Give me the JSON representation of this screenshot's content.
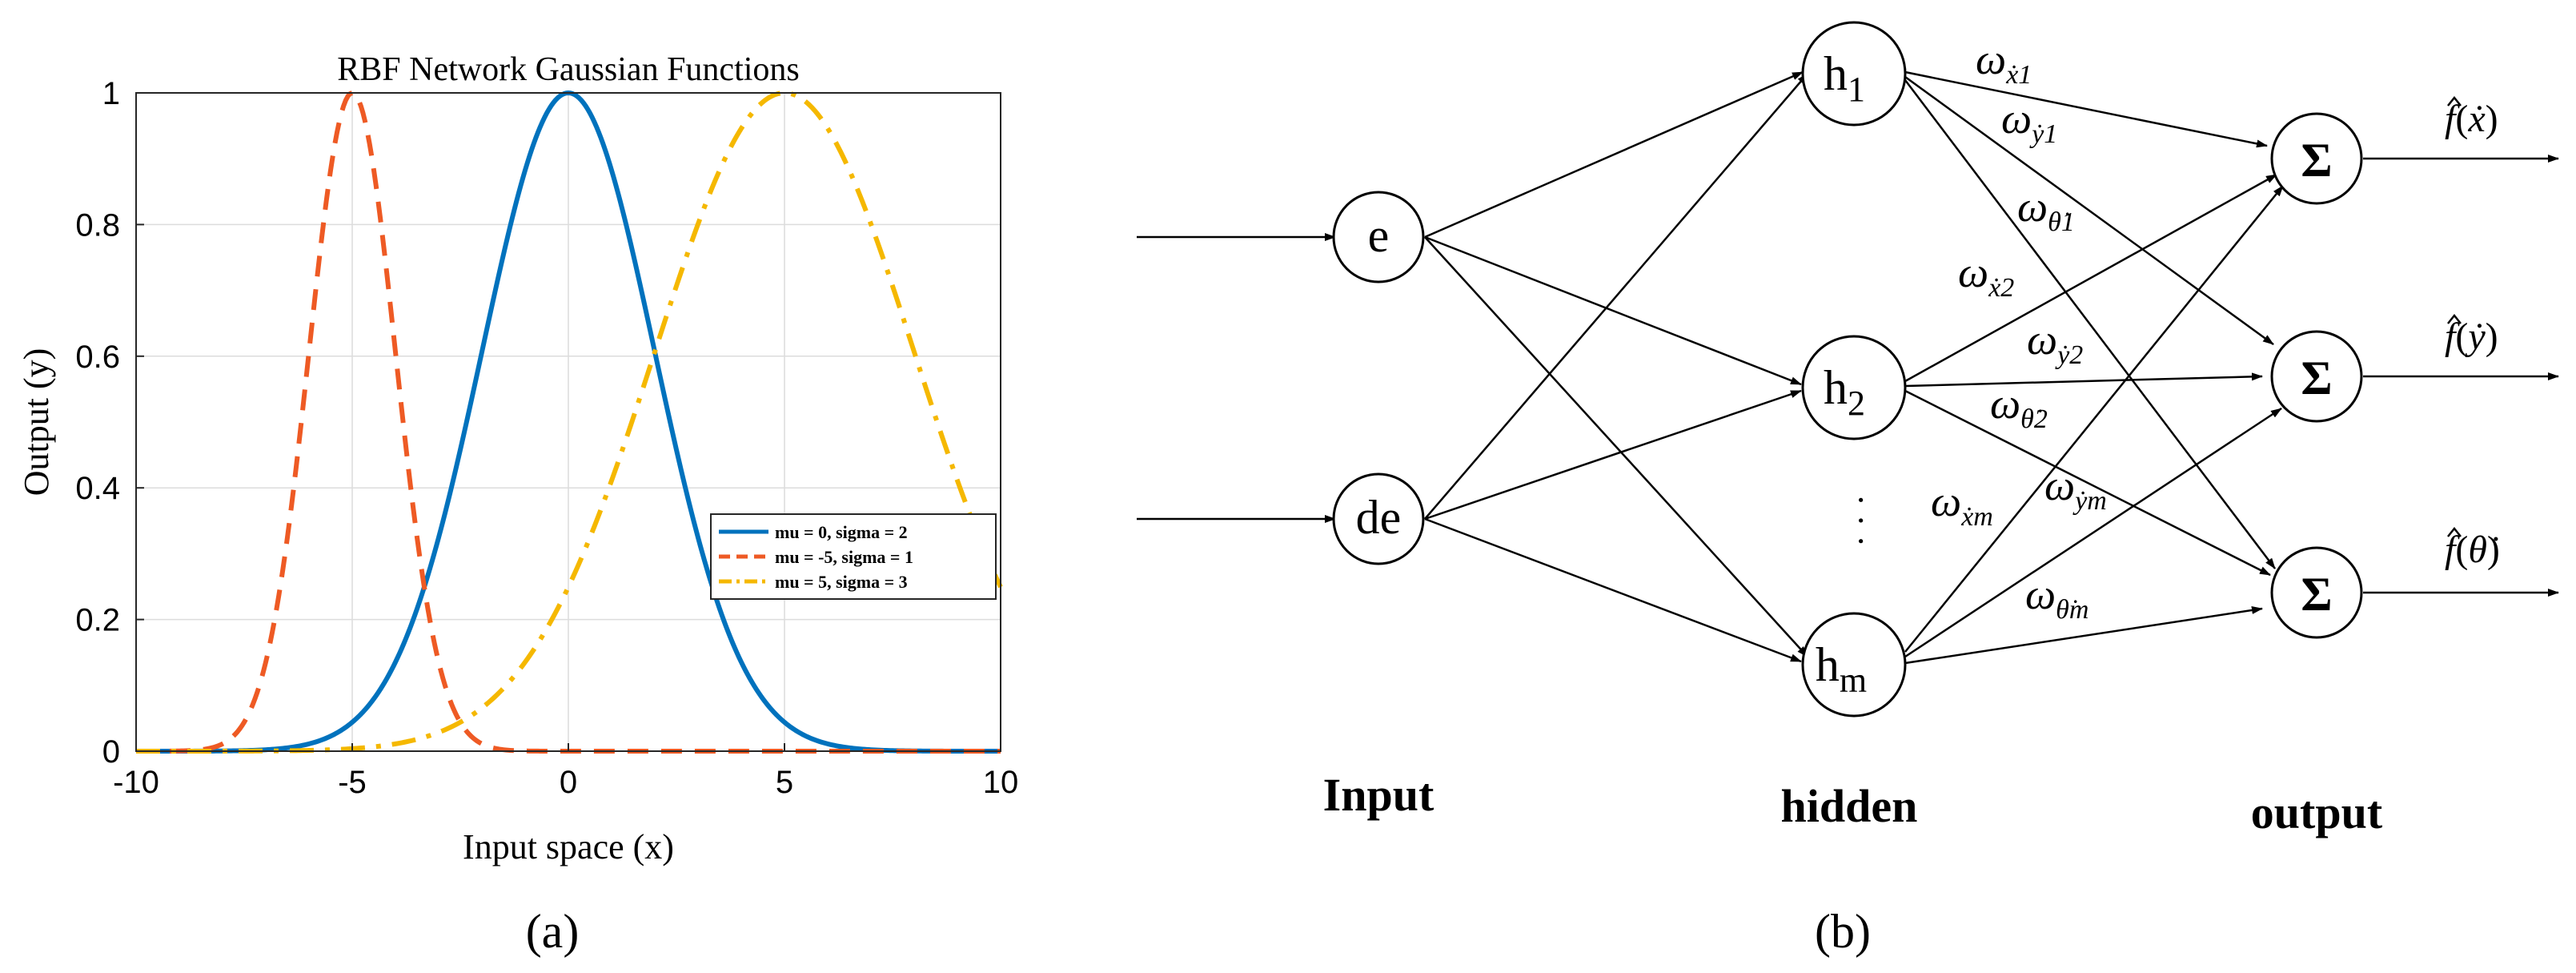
{
  "panel_a_caption": "(a)",
  "panel_b_caption": "(b)",
  "chart_data": {
    "type": "line",
    "title": "RBF Network Gaussian Functions",
    "xlabel": "Input space (x)",
    "ylabel": "Output (y)",
    "xlim": [
      -10,
      10
    ],
    "ylim": [
      0,
      1
    ],
    "xticks": [
      -10,
      -5,
      0,
      5,
      10
    ],
    "yticks": [
      0,
      0.2,
      0.4,
      0.6,
      0.8,
      1
    ],
    "xtick_labels": [
      "-10",
      "-5",
      "0",
      "5",
      "10"
    ],
    "ytick_labels": [
      "0",
      "0.2",
      "0.4",
      "0.6",
      "0.8",
      "1"
    ],
    "grid": true,
    "legend_position": "lower-right",
    "series": [
      {
        "name": "mu = 0, sigma = 2",
        "mu": 0,
        "sigma": 2,
        "color": "#0072BD",
        "style": "solid"
      },
      {
        "name": "mu = -5, sigma = 1",
        "mu": -5,
        "sigma": 1,
        "color": "#EE5A24",
        "style": "dashed"
      },
      {
        "name": "mu = 5, sigma = 3",
        "mu": 5,
        "sigma": 3,
        "color": "#F5B800",
        "style": "dashdot"
      }
    ]
  },
  "diagram": {
    "input_label": "Input",
    "hidden_label": "hidden",
    "output_label": "output",
    "input_nodes": [
      "e",
      "de"
    ],
    "hidden_nodes": [
      {
        "base": "h",
        "sub": "1"
      },
      {
        "base": "h",
        "sub": "2"
      },
      {
        "base": "h",
        "sub": "m"
      }
    ],
    "ellipsis": "· · ·",
    "output_symbol": "Σ",
    "outputs": [
      {
        "hat_f": "f",
        "arg": "ẋ"
      },
      {
        "hat_f": "f",
        "arg": "ẏ"
      },
      {
        "hat_f": "f",
        "arg": "θ̇"
      }
    ],
    "weights": [
      {
        "omega": "ω",
        "sub": "ẋ1"
      },
      {
        "omega": "ω",
        "sub": "ẏ1"
      },
      {
        "omega": "ω",
        "sub": "θ̇1"
      },
      {
        "omega": "ω",
        "sub": "ẋ2"
      },
      {
        "omega": "ω",
        "sub": "ẏ2"
      },
      {
        "omega": "ω",
        "sub": "θ̇2"
      },
      {
        "omega": "ω",
        "sub": "ẋm"
      },
      {
        "omega": "ω",
        "sub": "ẏm"
      },
      {
        "omega": "ω",
        "sub": "θ̇m"
      }
    ]
  }
}
